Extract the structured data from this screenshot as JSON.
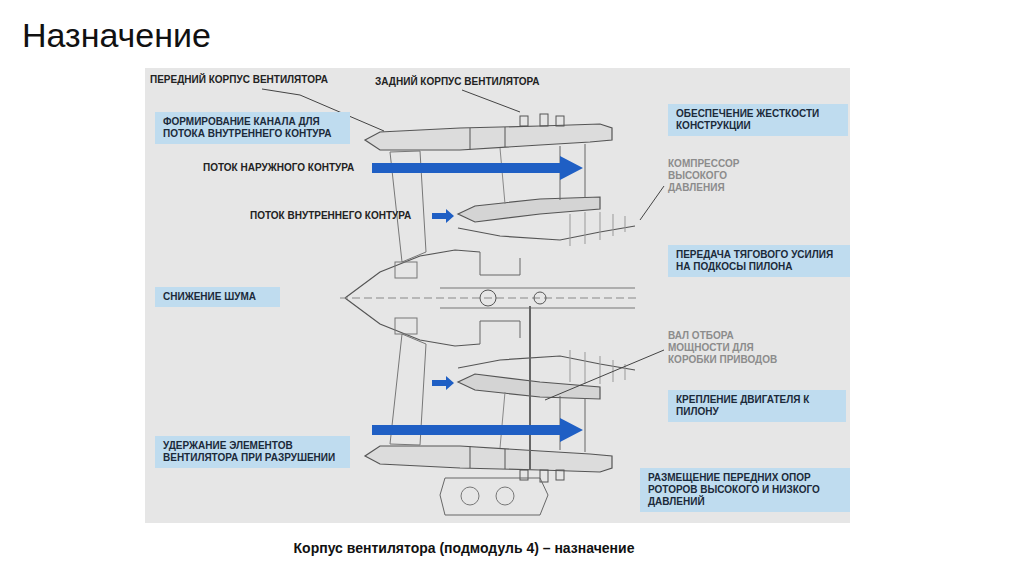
{
  "diagram": {
    "title": "Назначение",
    "caption": "Корпус вентилятора (подмодуль 4) – назначение",
    "nodes": [
      {
        "text": [
          "ФОРМИРОВАНИЕ КАНАЛА ДЛЯ ПОТОКА ВНУТРЕННЕГО КОНТУРА"
        ]
      },
      {
        "text": [
          "ОБЕСПЕЧЕНИЕ ЖЕСТКОСТИ КОНСТРУКЦИИ"
        ]
      },
      {
        "text": [
          "ПЕРЕДАЧА ТЯГОВОГО УСИЛИЯ НА ПОДКОСЫ ПИЛОНА"
        ]
      },
      {
        "text": [
          "СНИЖЕНИЕ ШУМА"
        ]
      },
      {
        "text": [
          "КРЕПЛЕНИЕ ДВИГАТЕЛЯ К ПИЛОНУ"
        ]
      },
      {
        "text": [
          "УДЕРЖАНИЕ ЭЛЕМЕНТОВ ВЕНТИЛЯТОРА ПРИ РАЗРУШЕНИИ"
        ]
      },
      {
        "text": [
          "РАЗМЕЩЕНИЕ ПЕРЕДНИХ ОПОР РОТОРОВ ВЫСОКОГО И НИЗКОГО ДАВЛЕНИЙ"
        ]
      }
    ],
    "labels": [
      "ПЕРЕДНИЙ КОРПУС ВЕНТИЛЯТОРА",
      "ЗАДНИЙ КОРПУС ВЕНТИЛЯТОРА",
      "ПОТОК НАРУЖНОГО КОНТУРА",
      "КОМПРЕССОР ВЫСОКОГО ДАВЛЕНИЯ",
      "ПОТОК ВНУТРЕННЕГО КОНТУРА",
      "ВАЛ ОТБОРА МОЩНОСТИ ДЛЯ КОРОБКИ ПРИВОДОВ"
    ]
  }
}
